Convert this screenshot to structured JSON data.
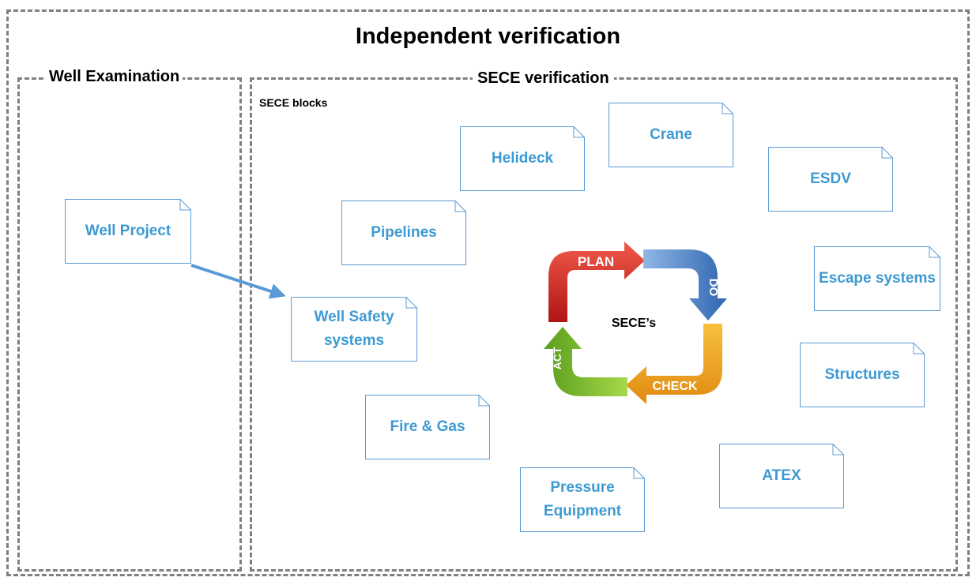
{
  "title": "Independent verification",
  "well_examination": {
    "label": "Well Examination",
    "note": "Well Project"
  },
  "sece_verification": {
    "label": "SECE verification",
    "blocks_label": "SECE blocks",
    "notes": {
      "helideck": "Helideck",
      "crane": "Crane",
      "esdv": "ESDV",
      "pipelines": "Pipelines",
      "escape": "Escape systems",
      "well_safety": "Well Safety systems",
      "structures": "Structures",
      "fire_gas": "Fire & Gas",
      "atex": "ATEX",
      "pressure": "Pressure Equipment"
    }
  },
  "cycle": {
    "center": "SECE’s",
    "plan": "PLAN",
    "do": "DO",
    "check": "CHECK",
    "act": "ACT"
  },
  "colors": {
    "dash": "#7f7f7f",
    "note_text": "#3d9ad2",
    "note_border": "#5b9bd5",
    "arrow": "#5b9bd5",
    "plan": "#d42020",
    "do": "#3a7bc8",
    "check": "#f2a51a",
    "act": "#7bbf2a"
  }
}
